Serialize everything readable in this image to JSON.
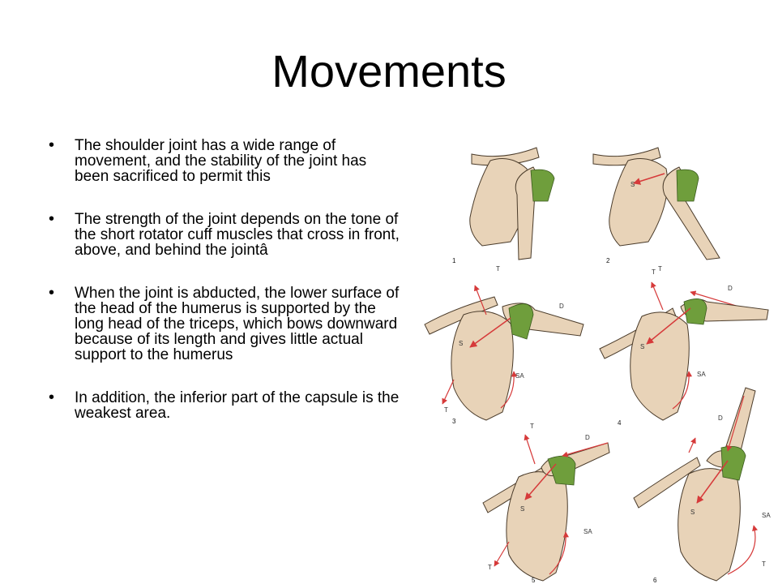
{
  "slide": {
    "title": "Movements",
    "bullets": [
      "The shoulder joint has a wide range of movement, and the stability of the joint has been sacrificed to permit this",
      "The strength of the joint depends on the tone of the short rotator cuff muscles that cross in front, above, and behind the jointâ",
      "When the joint is abducted, the lower surface of the head of the humerus is supported by the long head of the triceps, which bows downward because of its length and gives little actual support to the humerus",
      "In addition, the inferior part of the capsule is the weakest area."
    ],
    "bullet_glyph": "•"
  },
  "figure": {
    "panels": [
      {
        "number": "1",
        "labels": [
          "T"
        ]
      },
      {
        "number": "2",
        "labels": [
          "S",
          "T",
          "D",
          "S"
        ]
      },
      {
        "number": "3",
        "labels": [
          "S",
          "D",
          "SA",
          "T"
        ]
      },
      {
        "number": "4",
        "labels": [
          "S",
          "SA",
          "T"
        ]
      },
      {
        "number": "5",
        "labels": [
          "T",
          "D",
          "S",
          "SA",
          "T"
        ]
      },
      {
        "number": "6",
        "labels": [
          "D",
          "S",
          "SA",
          "T"
        ]
      }
    ]
  },
  "colors": {
    "bone": "#e8d3b8",
    "bone_outline": "#4a3b2a",
    "muscle": "#6f9e3c",
    "arrow": "#d63a3a"
  }
}
